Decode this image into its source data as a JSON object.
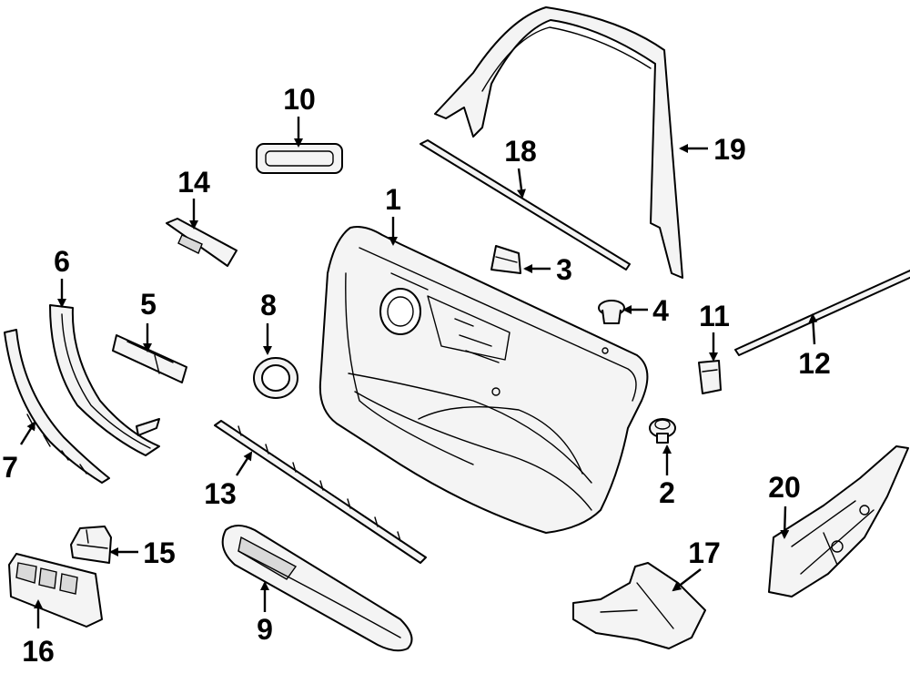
{
  "callouts": [
    {
      "id": "1",
      "label": "1"
    },
    {
      "id": "2",
      "label": "2"
    },
    {
      "id": "3",
      "label": "3"
    },
    {
      "id": "4",
      "label": "4"
    },
    {
      "id": "5",
      "label": "5"
    },
    {
      "id": "6",
      "label": "6"
    },
    {
      "id": "7",
      "label": "7"
    },
    {
      "id": "8",
      "label": "8"
    },
    {
      "id": "9",
      "label": "9"
    },
    {
      "id": "10",
      "label": "10"
    },
    {
      "id": "11",
      "label": "11"
    },
    {
      "id": "12",
      "label": "12"
    },
    {
      "id": "13",
      "label": "13"
    },
    {
      "id": "14",
      "label": "14"
    },
    {
      "id": "15",
      "label": "15"
    },
    {
      "id": "16",
      "label": "16"
    },
    {
      "id": "17",
      "label": "17"
    },
    {
      "id": "18",
      "label": "18"
    },
    {
      "id": "19",
      "label": "19"
    },
    {
      "id": "20",
      "label": "20"
    }
  ],
  "colors": {
    "line": "#000000",
    "part_fill": "#f4f4f4",
    "background": "#ffffff"
  }
}
